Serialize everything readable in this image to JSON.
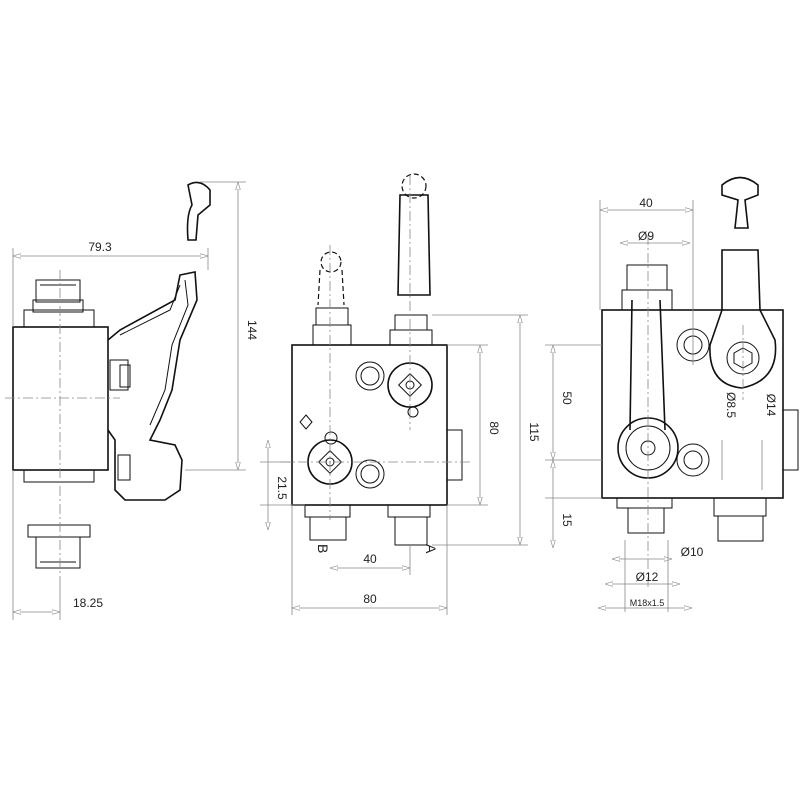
{
  "side_view": {
    "width_label": "79.3",
    "height_label": "144",
    "offset_label": "18.25"
  },
  "front_view": {
    "offset_label": "21.5",
    "body_height_label": "80",
    "total_height_label": "115",
    "port_spacing_label": "40",
    "body_width_label": "80",
    "port_b": "B",
    "port_a": "A"
  },
  "rear_view": {
    "spacing_label": "40",
    "bore_label": "Ø9",
    "height_label": "50",
    "hole_label": "Ø8.5",
    "counterbore_label": "Ø14",
    "bottom_label": "15",
    "port_d1": "Ø10",
    "port_d2": "Ø12",
    "thread_label": "M18x1.5"
  }
}
